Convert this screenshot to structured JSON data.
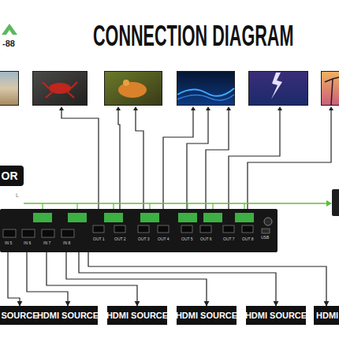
{
  "diagram": {
    "title": "CONNECTION DIAGRAM",
    "nodes": [
      {
        "text": [
          "OUT 1",
          "OUT 2",
          "OUT 3",
          "OUT 4",
          "OUT 5",
          "OUT 6",
          "OUT 7",
          "OUT 8",
          "IN 5",
          "IN 6",
          "IN 7",
          "IN 8"
        ]
      },
      {
        "text": [
          "OR"
        ]
      },
      {
        "text": [
          "SOURCE"
        ]
      },
      {
        "text": [
          "HDMI SOURCE"
        ]
      },
      {
        "text": [
          "HDMI SOURCE"
        ]
      },
      {
        "text": [
          "HDMI SOURCE"
        ]
      },
      {
        "text": [
          "HDMI SOURCE"
        ]
      },
      {
        "text": [
          "HDMI"
        ]
      }
    ],
    "edges": [
      {
        "from": 0,
        "to": 2,
        "arrow": "to"
      },
      {
        "from": 0,
        "to": 3,
        "arrow": "to"
      },
      {
        "from": 0,
        "to": 4,
        "arrow": "to"
      },
      {
        "from": 0,
        "to": 5,
        "arrow": "to"
      },
      {
        "from": 0,
        "to": 6,
        "arrow": "to"
      },
      {
        "from": 0,
        "to": 7,
        "arrow": "to"
      }
    ],
    "labels": [
      "-88",
      "L",
      "USB"
    ]
  }
}
